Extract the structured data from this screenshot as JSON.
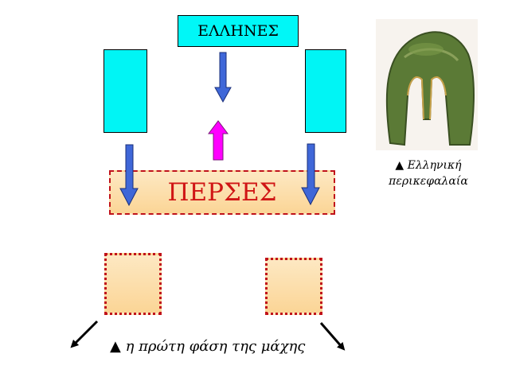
{
  "greeks_label": "ΕΛΛΗΝΕΣ",
  "persians_label": "ΠΕΡΣΕΣ",
  "caption": "▲ η πρώτη φάση της μάχης",
  "helmet_caption_line1": "▲ Ελληνική",
  "helmet_caption_line2": "περικεφαλαία",
  "colors": {
    "greek_fill": "#00f7f7",
    "persian_text": "#d01515",
    "persian_fill": "#fbd596",
    "blue_arrow": "#3f67d8",
    "magenta_arrow": "#ff00ff"
  }
}
